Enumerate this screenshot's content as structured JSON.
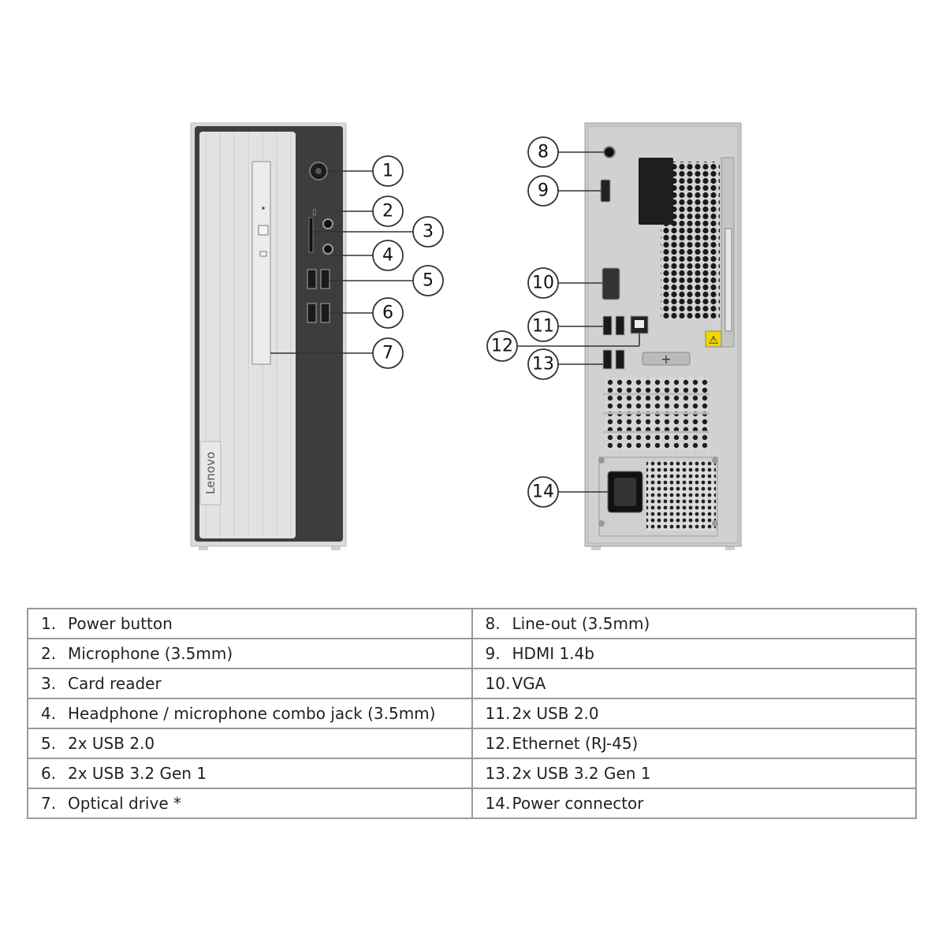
{
  "brand": "Lenovo",
  "callouts": {
    "front": [
      "1",
      "2",
      "3",
      "4",
      "5",
      "6",
      "7"
    ],
    "rear": [
      "8",
      "9",
      "10",
      "11",
      "12",
      "13",
      "14"
    ]
  },
  "table": {
    "rows": [
      {
        "left_num": "1.",
        "left_text": "Power button",
        "right_num": "8.",
        "right_text": "Line-out (3.5mm)"
      },
      {
        "left_num": "2.",
        "left_text": "Microphone (3.5mm)",
        "right_num": "9.",
        "right_text": "HDMI 1.4b"
      },
      {
        "left_num": "3.",
        "left_text": "Card reader",
        "right_num": "10.",
        "right_text": "VGA"
      },
      {
        "left_num": "4.",
        "left_text": "Headphone / microphone combo jack (3.5mm)",
        "right_num": "11.",
        "right_text": "2x USB 2.0"
      },
      {
        "left_num": "5.",
        "left_text": "2x USB 2.0",
        "right_num": "12.",
        "right_text": "Ethernet (RJ-45)"
      },
      {
        "left_num": "6.",
        "left_text": "2x USB 3.2 Gen 1",
        "right_num": "13.",
        "right_text": "2x USB 3.2 Gen 1"
      },
      {
        "left_num": "7.",
        "left_text": "Optical drive *",
        "right_num": "14.",
        "right_text": "Power connector"
      }
    ]
  }
}
